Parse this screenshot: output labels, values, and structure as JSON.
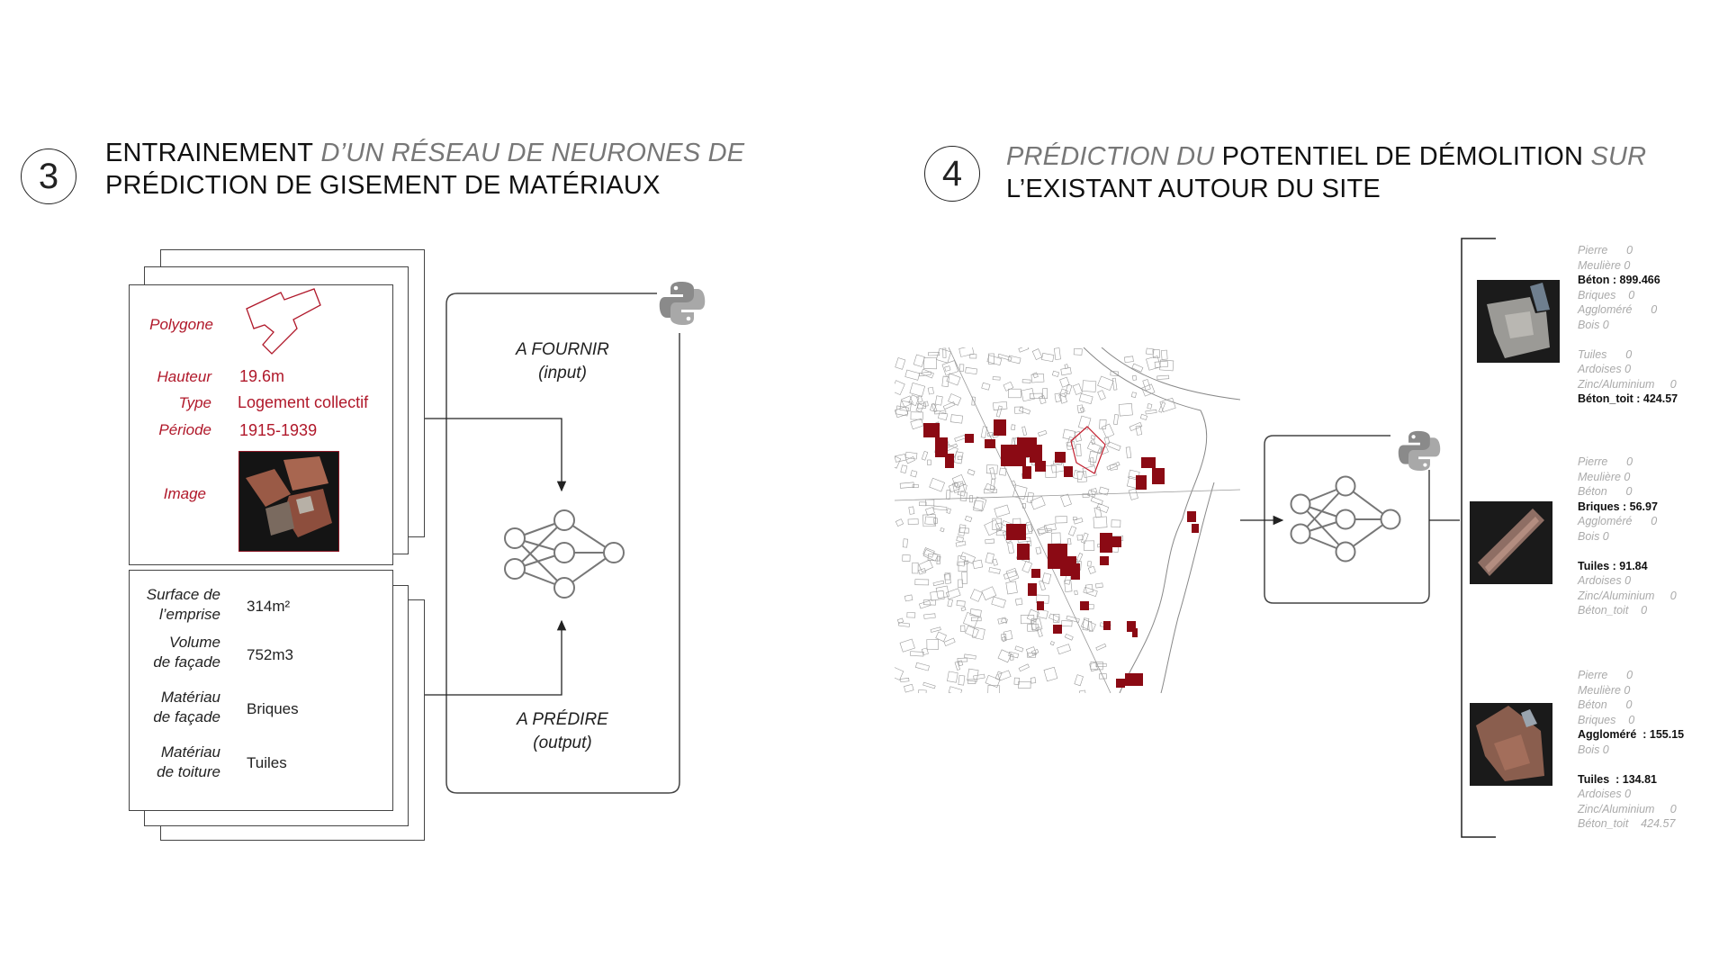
{
  "left": {
    "step_number": "3",
    "title_line1_bold": "ENTRAINEMENT",
    "title_line1_light": " D’UN RÉSEAU DE NEURONES DE",
    "title_line2": "PRÉDICTION DE GISEMENT DE MATÉRIAUX",
    "card_top": {
      "polygon_label": "Polygone",
      "hauteur_label": "Hauteur",
      "hauteur_value": "19.6m",
      "type_label": "Type",
      "type_value": "Logement collectif",
      "periode_label": "Période",
      "periode_value": "1915-1939",
      "image_label": "Image"
    },
    "card_bottom": {
      "rows": [
        {
          "label_l1": "Surface de",
          "label_l2": "l’emprise",
          "value": "314m²"
        },
        {
          "label_l1": "Volume",
          "label_l2": "de façade",
          "value": "752m3"
        },
        {
          "label_l1": "Matériau",
          "label_l2": "de façade",
          "value": "Briques"
        },
        {
          "label_l1": "Matériau",
          "label_l2": "de toiture",
          "value": "Tuiles"
        }
      ]
    },
    "input_l1": "A FOURNIR",
    "input_l2": "(input)",
    "output_l1": "A PRÉDIRE",
    "output_l2": "(output)"
  },
  "right": {
    "step_number": "4",
    "title_line1_light1": "PRÉDICTION DU ",
    "title_line1_bold": "POTENTIEL DE DÉMOLITION",
    "title_line1_light2": " SUR",
    "title_line2": "L’EXISTANT AUTOUR DU SITE",
    "results": [
      {
        "rows": [
          {
            "text": "Pierre      0",
            "hl": false
          },
          {
            "text": "Meulière 0",
            "hl": false
          },
          {
            "text": "Béton : 899.466",
            "hl": true
          },
          {
            "text": "Briques    0",
            "hl": false
          },
          {
            "text": "Aggloméré      0",
            "hl": false
          },
          {
            "text": "Bois 0",
            "hl": false
          },
          {
            "text": "",
            "hl": false
          },
          {
            "text": "Tuiles      0",
            "hl": false
          },
          {
            "text": "Ardoises 0",
            "hl": false
          },
          {
            "text": "Zinc/Aluminium     0",
            "hl": false
          },
          {
            "text": "Béton_toit : 424.57",
            "hl": true
          }
        ]
      },
      {
        "rows": [
          {
            "text": "Pierre      0",
            "hl": false
          },
          {
            "text": "Meulière 0",
            "hl": false
          },
          {
            "text": "Béton      0",
            "hl": false
          },
          {
            "text": "Briques : 56.97",
            "hl": true
          },
          {
            "text": "Aggloméré      0",
            "hl": false
          },
          {
            "text": "Bois 0",
            "hl": false
          },
          {
            "text": "",
            "hl": false
          },
          {
            "text": "Tuiles : 91.84",
            "hl": true
          },
          {
            "text": "Ardoises 0",
            "hl": false
          },
          {
            "text": "Zinc/Aluminium     0",
            "hl": false
          },
          {
            "text": "Béton_toit    0",
            "hl": false
          }
        ]
      },
      {
        "rows": [
          {
            "text": "Pierre      0",
            "hl": false
          },
          {
            "text": "Meulière 0",
            "hl": false
          },
          {
            "text": "Béton      0",
            "hl": false
          },
          {
            "text": "Briques    0",
            "hl": false
          },
          {
            "text": "Aggloméré  : 155.15",
            "hl": true
          },
          {
            "text": "Bois 0",
            "hl": false
          },
          {
            "text": "",
            "hl": false
          },
          {
            "text": "Tuiles  : 134.81",
            "hl": true
          },
          {
            "text": "Ardoises 0",
            "hl": false
          },
          {
            "text": "Zinc/Aluminium     0",
            "hl": false
          },
          {
            "text": "Béton_toit    424.57",
            "hl": false
          }
        ]
      }
    ]
  },
  "colors": {
    "accent": "#b0182a",
    "building": "#8b0a14",
    "line": "#444444",
    "python_icon": "#8a8a8a"
  }
}
